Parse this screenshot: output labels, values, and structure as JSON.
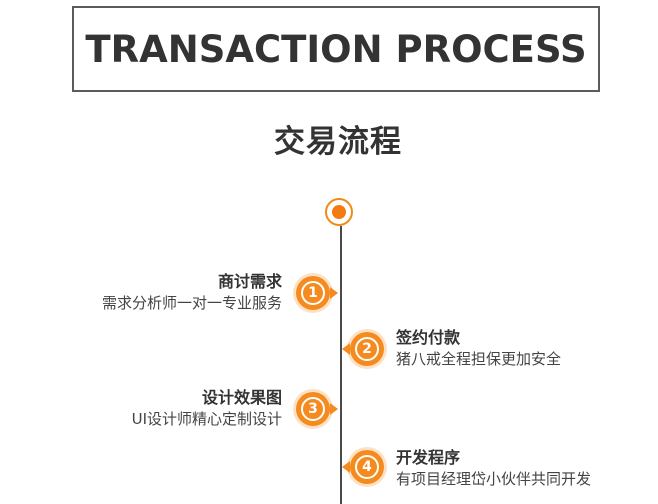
{
  "header": {
    "title_en": "TRANSACTION PROCESS",
    "title_cn": "交易流程"
  },
  "colors": {
    "accent": "#f58a1f",
    "line": "#4a4a4a",
    "text": "#333333"
  },
  "steps": [
    {
      "number": "1",
      "title": "商讨需求",
      "desc": "需求分析师一对一专业服务",
      "side": "left"
    },
    {
      "number": "2",
      "title": "签约付款",
      "desc": "猪八戒全程担保更加安全",
      "side": "right"
    },
    {
      "number": "3",
      "title": "设计效果图",
      "desc": "UI设计师精心定制设计",
      "side": "left"
    },
    {
      "number": "4",
      "title": "开发程序",
      "desc": "有项目经理岱小伙伴共同开发",
      "side": "right"
    }
  ]
}
